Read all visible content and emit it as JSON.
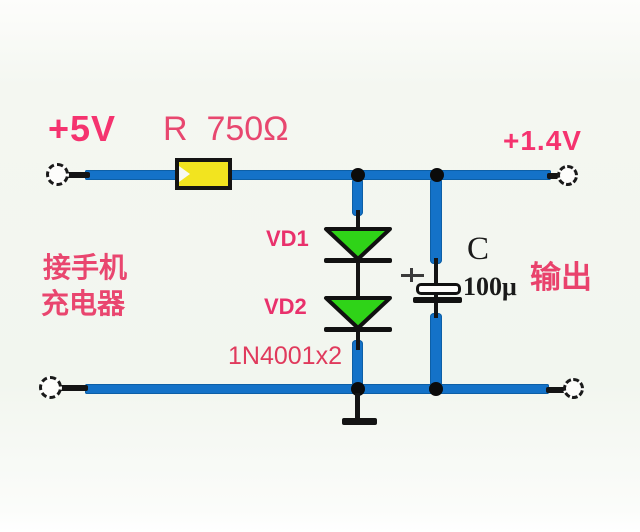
{
  "schematic": {
    "power_in": "+5V",
    "resistor_label": "R  750Ω",
    "power_out": "+1.4V",
    "diode1_label": "VD1",
    "diode2_label": "VD2",
    "source_note_line1": "接手机",
    "source_note_line2": "充电器",
    "diode_model": "1N4001x2",
    "capacitor_name": "C",
    "capacitor_value": "100μ",
    "output_note": "输出"
  },
  "colors": {
    "wire_blue": "#1472c8",
    "diode_green": "#2fd318",
    "resistor_yellow": "#f2e41f",
    "label_pink": "#ee3d6e",
    "ink_black": "#141414"
  }
}
